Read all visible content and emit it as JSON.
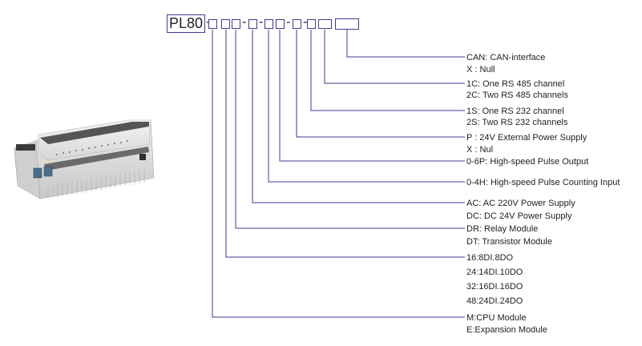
{
  "code": {
    "prefix": "PL80",
    "dash": "-"
  },
  "options": {
    "can": [
      "CAN: CAN-interface",
      "X : Null"
    ],
    "rs485": [
      "1C:  One RS 485  channel",
      "2C:  Two RS 485  channels"
    ],
    "rs232": [
      "1S:  One  RS 232 channel",
      "2S:  Two  RS 232  channels"
    ],
    "power_ext": [
      "P : 24V External Power Supply",
      "X : Nul"
    ],
    "pulse_out": [
      "0-6P: High-speed Pulse Output"
    ],
    "pulse_count": [
      "0-4H: High-speed Pulse Counting Input"
    ],
    "supply": [
      "AC: AC 220V Power Supply",
      "DC: DC 24V Power Supply"
    ],
    "output_type": [
      "DR: Relay Module",
      "DT: Transistor Module"
    ],
    "io_points": [
      "16:8DI.8DO",
      "24:14DI.10DO",
      "32:16DI.16DO",
      "48:24DI.24DO"
    ],
    "module": [
      "M:CPU Module",
      "E:Expansion Module"
    ]
  },
  "colors": {
    "line": "#3d3d8f",
    "device_body": "#e8e8e8",
    "device_top": "#555555"
  }
}
